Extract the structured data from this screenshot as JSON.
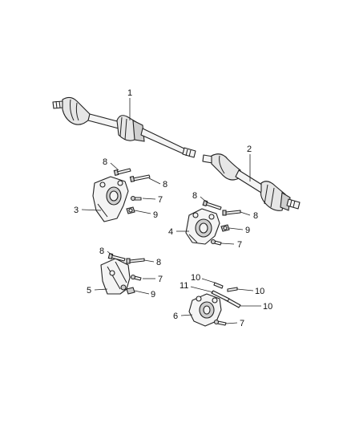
{
  "callouts": {
    "c1": "1",
    "c2": "2",
    "c3": "3",
    "c4": "4",
    "c5": "5",
    "c6": "6",
    "c7a": "7",
    "c7b": "7",
    "c7c": "7",
    "c7d": "7",
    "c8a": "8",
    "c8b": "8",
    "c8c": "8",
    "c8d": "8",
    "c8e": "8",
    "c8f": "8",
    "c9a": "9",
    "c9b": "9",
    "c9c": "9",
    "c10a": "10",
    "c10b": "10",
    "c10c": "10",
    "c11": "11"
  },
  "colors": {
    "line": "#222222",
    "fill_light": "#f4f4f4",
    "fill_dark": "#cfcfcf"
  }
}
